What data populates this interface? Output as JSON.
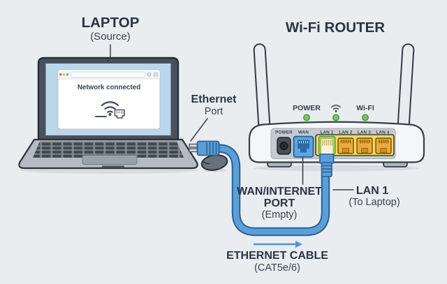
{
  "laptop": {
    "title": "LAPTOP",
    "subtitle": "(Source)",
    "screen_status": "Network connected"
  },
  "ethernet_port_callout": {
    "line1": "Ethernet",
    "line2": "Port"
  },
  "router": {
    "title": "Wi-Fi ROUTER",
    "status_lights": {
      "power_label": "POWER",
      "wifi_label": "Wi-FI"
    },
    "port_labels": [
      "POWER",
      "WAN",
      "LAN 1",
      "LAN 2",
      "LAN 3",
      "LAN 4"
    ]
  },
  "wan_callout": {
    "line1": "WAN/INTERNET",
    "line2": "PORT",
    "line3": "(Empty)"
  },
  "lan1_callout": {
    "line1": "LAN 1",
    "line2": "(To Laptop)"
  },
  "cable_callout": {
    "line1": "ETHERNET CABLE",
    "line2": "(CAT5e/6)"
  },
  "colors": {
    "background": "#e9edf0",
    "cable_blue": "#5b9fd9",
    "cable_outline": "#2c5f92",
    "led_green": "#7ac95c",
    "lan_block_yellow": "#f8d85c",
    "lan_port_orange": "#e9aa3d",
    "wan_port_blue": "#58a8de",
    "lan1_highlight_green": "#8fd957",
    "screen_blue": "#b9d6ea",
    "arrow_blue": "#4a94d8"
  }
}
